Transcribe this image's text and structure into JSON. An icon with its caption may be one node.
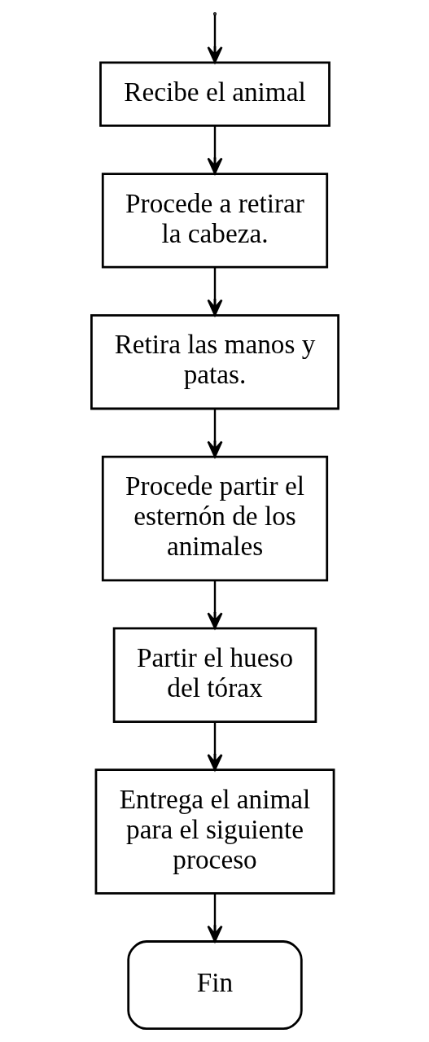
{
  "diagram": {
    "nodes": [
      {
        "text": [
          "Recibe el animal"
        ]
      },
      {
        "text": [
          "Procede a retirar la cabeza."
        ]
      },
      {
        "text": [
          "Retira las manos y patas."
        ]
      },
      {
        "text": [
          "Procede partir el esternón de los animales"
        ]
      },
      {
        "text": [
          "Partir el hueso del tórax"
        ]
      },
      {
        "text": [
          "Entrega el animal para el siguiente proceso"
        ]
      },
      {
        "text": [
          "Fin"
        ]
      }
    ],
    "edges": [
      {
        "from": null,
        "to": 0,
        "arrow": "to"
      },
      {
        "from": 0,
        "to": 1,
        "arrow": "to"
      },
      {
        "from": 1,
        "to": 2,
        "arrow": "to"
      },
      {
        "from": 2,
        "to": 3,
        "arrow": "to"
      },
      {
        "from": 3,
        "to": 4,
        "arrow": "to"
      },
      {
        "from": 4,
        "to": 5,
        "arrow": "to"
      },
      {
        "from": 5,
        "to": 6,
        "arrow": "to"
      }
    ]
  }
}
